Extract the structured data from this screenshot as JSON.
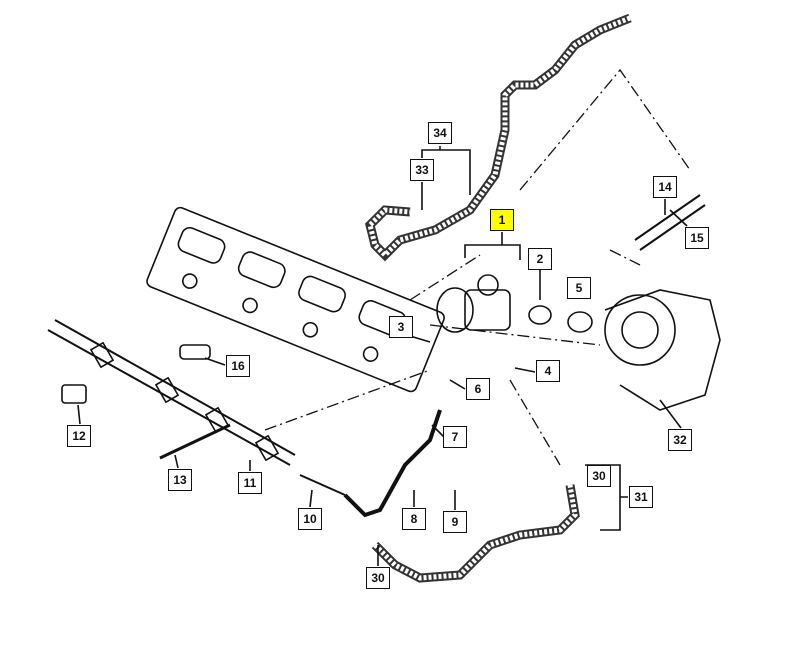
{
  "diagram": {
    "highlight_color": "#ffff00",
    "callouts": {
      "c34": "34",
      "c33": "33",
      "c1": "1",
      "c2": "2",
      "c5": "5",
      "c14": "14",
      "c15": "15",
      "c3": "3",
      "c16": "16",
      "c4": "4",
      "c6": "6",
      "c12": "12",
      "c7": "7",
      "c13": "13",
      "c11": "11",
      "c32": "32",
      "c30a": "30",
      "c31": "31",
      "c10": "10",
      "c8": "8",
      "c9": "9",
      "c30b": "30"
    }
  }
}
